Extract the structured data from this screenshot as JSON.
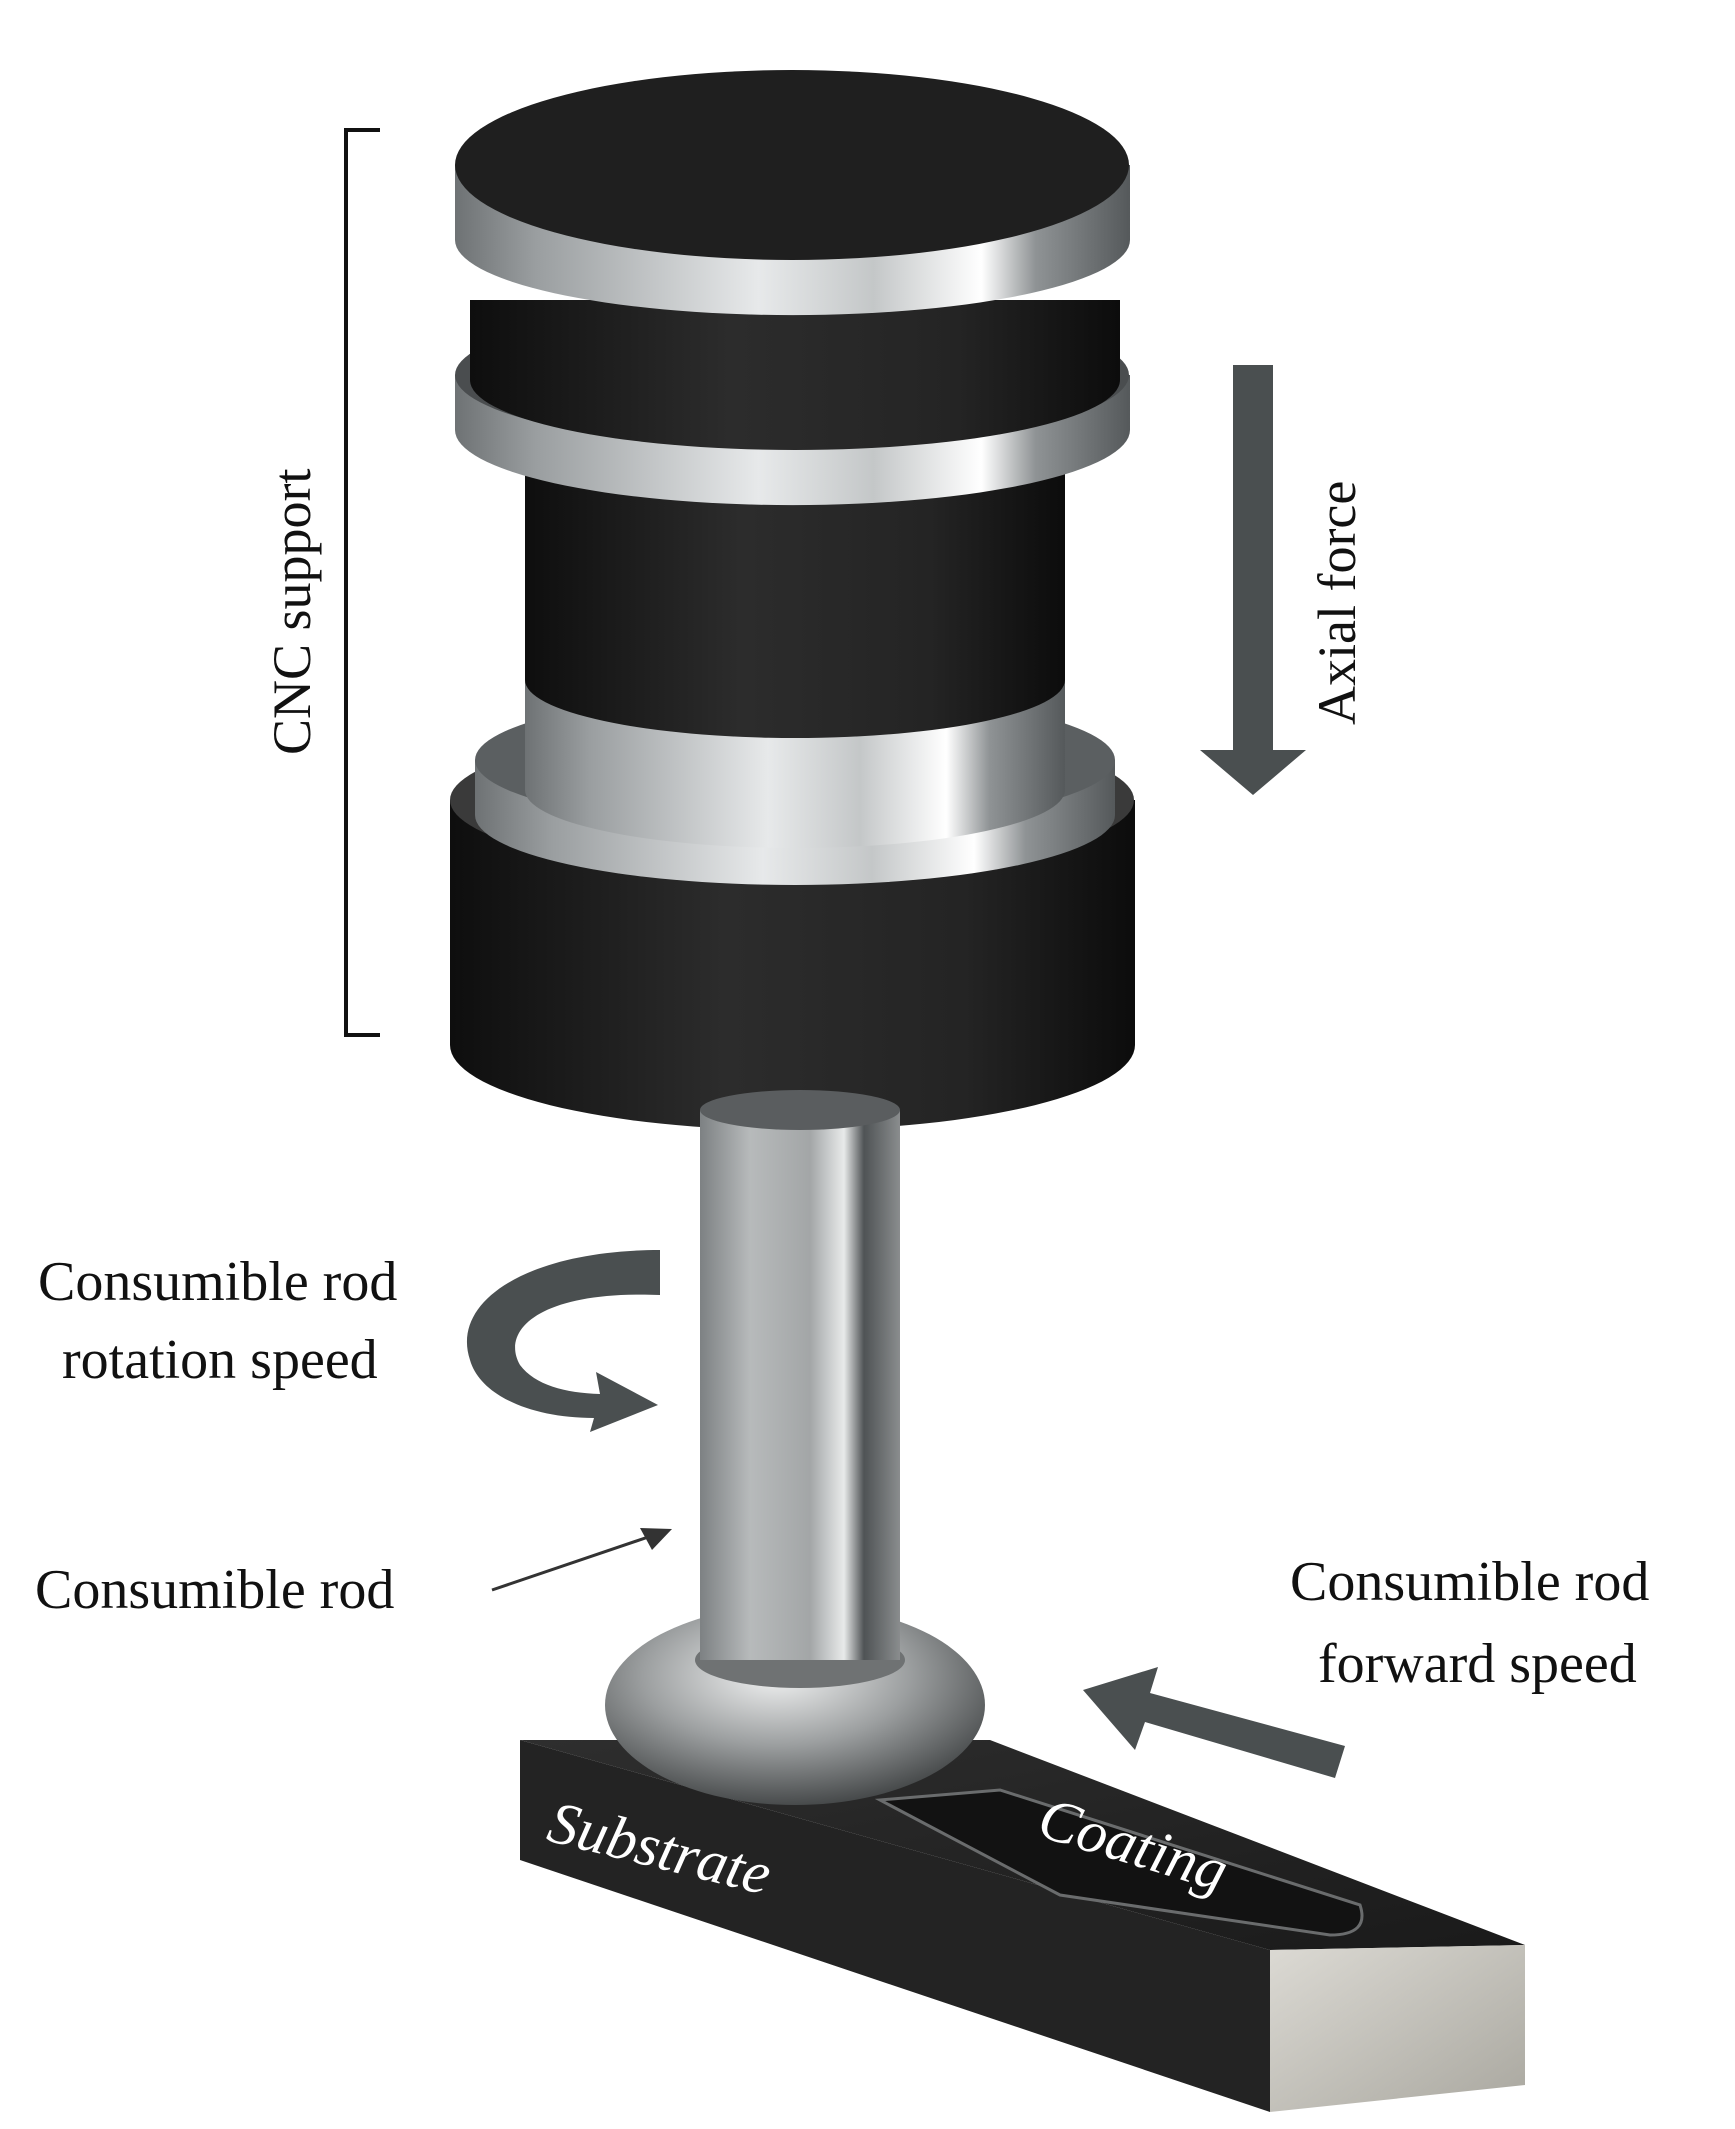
{
  "labels": {
    "cnc_support": "CNC support",
    "axial_force": "Axial force",
    "rotation_line1": "Consumible rod",
    "rotation_line2": "rotation speed",
    "consumable_rod": "Consumible rod",
    "forward_line1": "Consumible rod",
    "forward_line2": "forward speed",
    "substrate": "Substrate",
    "coating": "Coating"
  },
  "colors": {
    "arrow": "#4a4f50",
    "dark_body": "#1c1c1c",
    "steel": "#b9bcbd",
    "plate": "#2a2a2a",
    "plate_edge": "#c8c6c0"
  }
}
